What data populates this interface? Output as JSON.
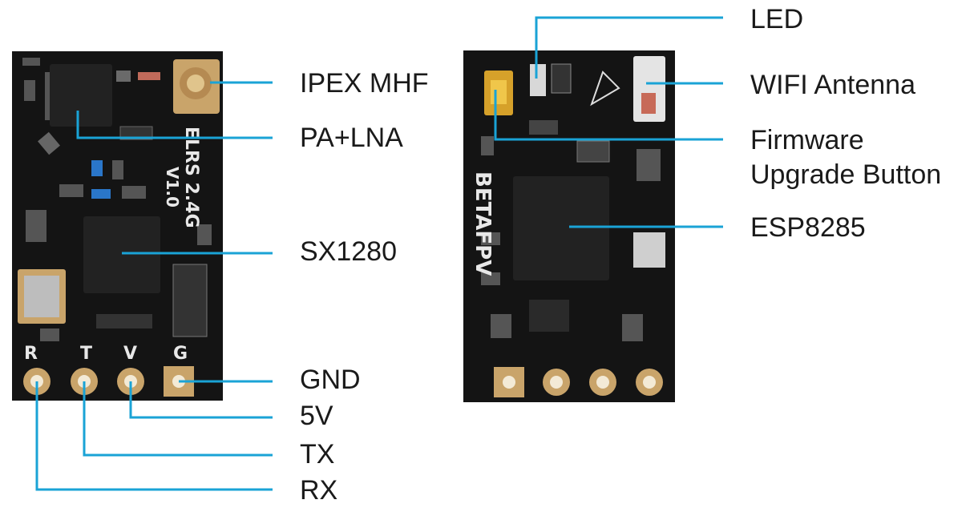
{
  "colors": {
    "pcb": "#141414",
    "leader_line": "#1aa3d6",
    "gold_pad": "#c9a46a",
    "label_text": "#1a1a1a"
  },
  "left_board": {
    "silkscreen": {
      "model": "ELRS 2.4G",
      "version": "V1.0",
      "pin_letters": [
        "R",
        "T",
        "V",
        "G"
      ]
    },
    "labels": {
      "ipex": "IPEX MHF",
      "pa_lna": "PA+LNA",
      "sx1280": "SX1280",
      "gnd": "GND",
      "v5": "5V",
      "tx": "TX",
      "rx": "RX"
    }
  },
  "right_board": {
    "silkscreen": {
      "brand": "BETAFPV"
    },
    "labels": {
      "led": "LED",
      "wifi_antenna": "WIFI Antenna",
      "firmware_line1": "Firmware",
      "firmware_line2": "Upgrade Button",
      "esp8285": "ESP8285"
    }
  }
}
